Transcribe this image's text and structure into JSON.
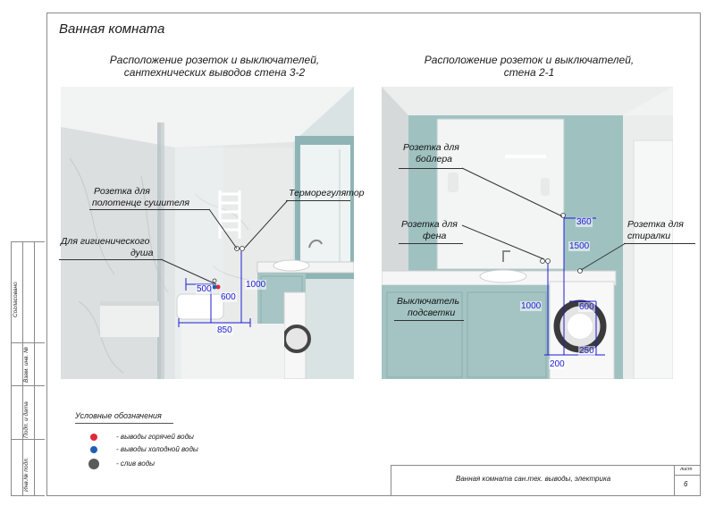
{
  "sheet": {
    "title": "Ванная комната"
  },
  "left_view": {
    "title_line1": "Расположение розеток и выключателей,",
    "title_line2": "сантехнических выводов стена 3-2",
    "callouts": {
      "towel_dryer_line1": "Розетка для",
      "towel_dryer_line2": "полотенце сушителя",
      "thermostat": "Терморегулятор",
      "hygienic_shower_line1": "Для гигиенического",
      "hygienic_shower_line2": "душа"
    },
    "dimensions": {
      "d500": "500",
      "d600": "600",
      "d1000": "1000",
      "d850": "850"
    }
  },
  "right_view": {
    "title_line1": "Расположение розеток и выключателей,",
    "title_line2": "стена 2-1",
    "callouts": {
      "boiler_line1": "Розетка для",
      "boiler_line2": "бойлера",
      "dryer_line1": "Розетка для",
      "dryer_line2": "фена",
      "washer_line1": "Розетка для",
      "washer_line2": "стиралки",
      "light_switch_line1": "Выключатель",
      "light_switch_line2": "подсветки"
    },
    "dimensions": {
      "d360": "360",
      "d1500": "1500",
      "d1000": "1000",
      "d600": "600",
      "d250": "250",
      "d200": "200"
    }
  },
  "legend": {
    "title": "Условные обозначения",
    "items": [
      {
        "label": "- выводы горячей воды",
        "color": "#e0293a"
      },
      {
        "label": "- выводы холодной воды",
        "color": "#1f5fb5"
      },
      {
        "label": "- слив воды",
        "color": "#5a5a5a"
      }
    ]
  },
  "stamp": {
    "side_labels": {
      "agreed": "Согласовано",
      "replaced_inv": "Взам. инв. №",
      "sign_date": "Подп. и дата",
      "orig_inv": "Инв.№ подл."
    },
    "description": "Ванная комната сан.тех. выводы, электрика",
    "sheet_label": "лист",
    "sheet_number": "6"
  }
}
